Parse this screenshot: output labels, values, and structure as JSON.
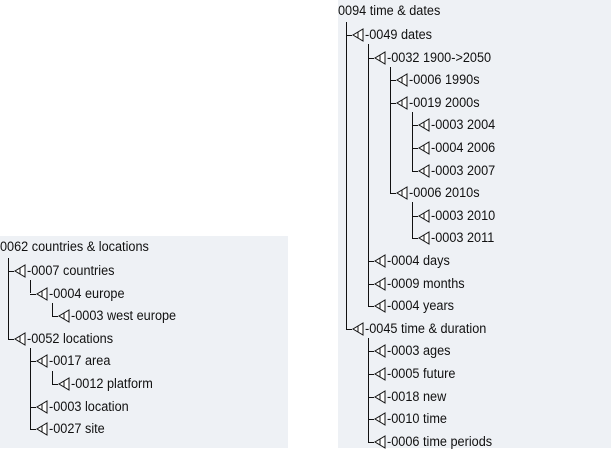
{
  "left_tree": {
    "root": "0062 countries & locations",
    "nodes": [
      {
        "id": "countries",
        "label": "-0007 countries",
        "depth": 1,
        "row": 1
      },
      {
        "id": "europe",
        "label": "-0004 europe",
        "depth": 2,
        "row": 2
      },
      {
        "id": "west-europe",
        "label": "-0003 west europe",
        "depth": 3,
        "row": 3
      },
      {
        "id": "locations",
        "label": "-0052 locations",
        "depth": 1,
        "row": 4
      },
      {
        "id": "area",
        "label": "-0017 area",
        "depth": 2,
        "row": 5
      },
      {
        "id": "platform",
        "label": "-0012 platform",
        "depth": 3,
        "row": 6
      },
      {
        "id": "location",
        "label": "-0003 location",
        "depth": 2,
        "row": 7
      },
      {
        "id": "site",
        "label": "-0027 site",
        "depth": 2,
        "row": 8
      }
    ]
  },
  "right_tree": {
    "root": "0094 time & dates",
    "nodes": [
      {
        "id": "dates",
        "label": "-0049 dates",
        "depth": 1,
        "row": 1
      },
      {
        "id": "1900-2050",
        "label": "-0032 1900->2050",
        "depth": 2,
        "row": 2
      },
      {
        "id": "1990s",
        "label": "-0006 1990s",
        "depth": 3,
        "row": 3
      },
      {
        "id": "2000s",
        "label": "-0019 2000s",
        "depth": 3,
        "row": 4
      },
      {
        "id": "2004",
        "label": "-0003 2004",
        "depth": 4,
        "row": 5
      },
      {
        "id": "2006",
        "label": "-0004 2006",
        "depth": 4,
        "row": 6
      },
      {
        "id": "2007",
        "label": "-0003 2007",
        "depth": 4,
        "row": 7
      },
      {
        "id": "2010s",
        "label": "-0006 2010s",
        "depth": 3,
        "row": 8
      },
      {
        "id": "2010",
        "label": "-0003 2010",
        "depth": 4,
        "row": 9
      },
      {
        "id": "2011",
        "label": "-0003 2011",
        "depth": 4,
        "row": 10
      },
      {
        "id": "days",
        "label": "-0004 days",
        "depth": 2,
        "row": 11
      },
      {
        "id": "months",
        "label": "-0009 months",
        "depth": 2,
        "row": 12
      },
      {
        "id": "years",
        "label": "-0004 years",
        "depth": 2,
        "row": 13
      },
      {
        "id": "time-duration",
        "label": "-0045 time & duration",
        "depth": 1,
        "row": 14
      },
      {
        "id": "ages",
        "label": "-0003 ages",
        "depth": 2,
        "row": 15
      },
      {
        "id": "future",
        "label": "-0005 future",
        "depth": 2,
        "row": 16
      },
      {
        "id": "new",
        "label": "-0018 new",
        "depth": 2,
        "row": 17
      },
      {
        "id": "time",
        "label": "-0010 time",
        "depth": 2,
        "row": 18
      },
      {
        "id": "time-periods",
        "label": "-0006 time periods",
        "depth": 2,
        "row": 19
      }
    ]
  },
  "icons": {
    "node_icon": "triangle-left-icon"
  },
  "colors": {
    "panel_bg": "#eef1f5",
    "line": "#111111",
    "text": "#111111"
  }
}
